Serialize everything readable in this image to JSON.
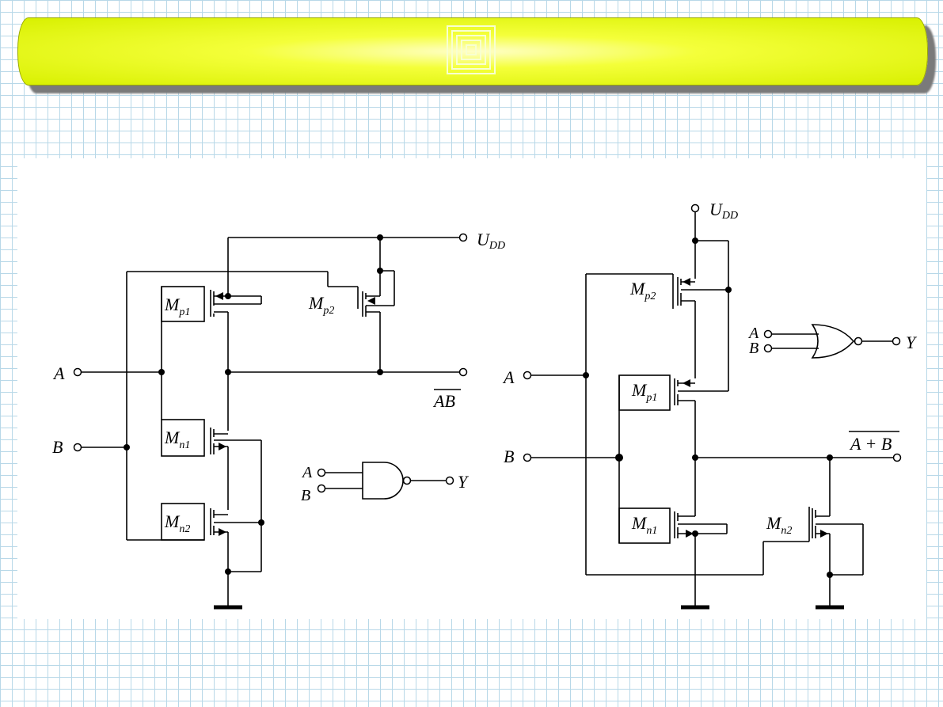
{
  "left_circuit": {
    "supply": "U",
    "supply_sub": "DD",
    "input_a": "A",
    "input_b": "B",
    "output": "AB",
    "transistors": [
      {
        "m": "M",
        "sub": "p1"
      },
      {
        "m": "M",
        "sub": "p2"
      },
      {
        "m": "M",
        "sub": "n1"
      },
      {
        "m": "M",
        "sub": "n2"
      }
    ],
    "gate_symbol": {
      "in_a": "A",
      "in_b": "B",
      "out": "Y",
      "type": "NAND"
    }
  },
  "right_circuit": {
    "supply": "U",
    "supply_sub": "DD",
    "input_a": "A",
    "input_b": "B",
    "output": "A + B",
    "transistors": [
      {
        "m": "M",
        "sub": "p2"
      },
      {
        "m": "M",
        "sub": "p1"
      },
      {
        "m": "M",
        "sub": "n1"
      },
      {
        "m": "M",
        "sub": "n2"
      }
    ],
    "gate_symbol": {
      "in_a": "A",
      "in_b": "B",
      "out": "Y",
      "type": "NOR"
    }
  },
  "colors": {
    "title_bar": "#e8ff20",
    "grid": "#b8d8e8",
    "wire": "#000000"
  }
}
